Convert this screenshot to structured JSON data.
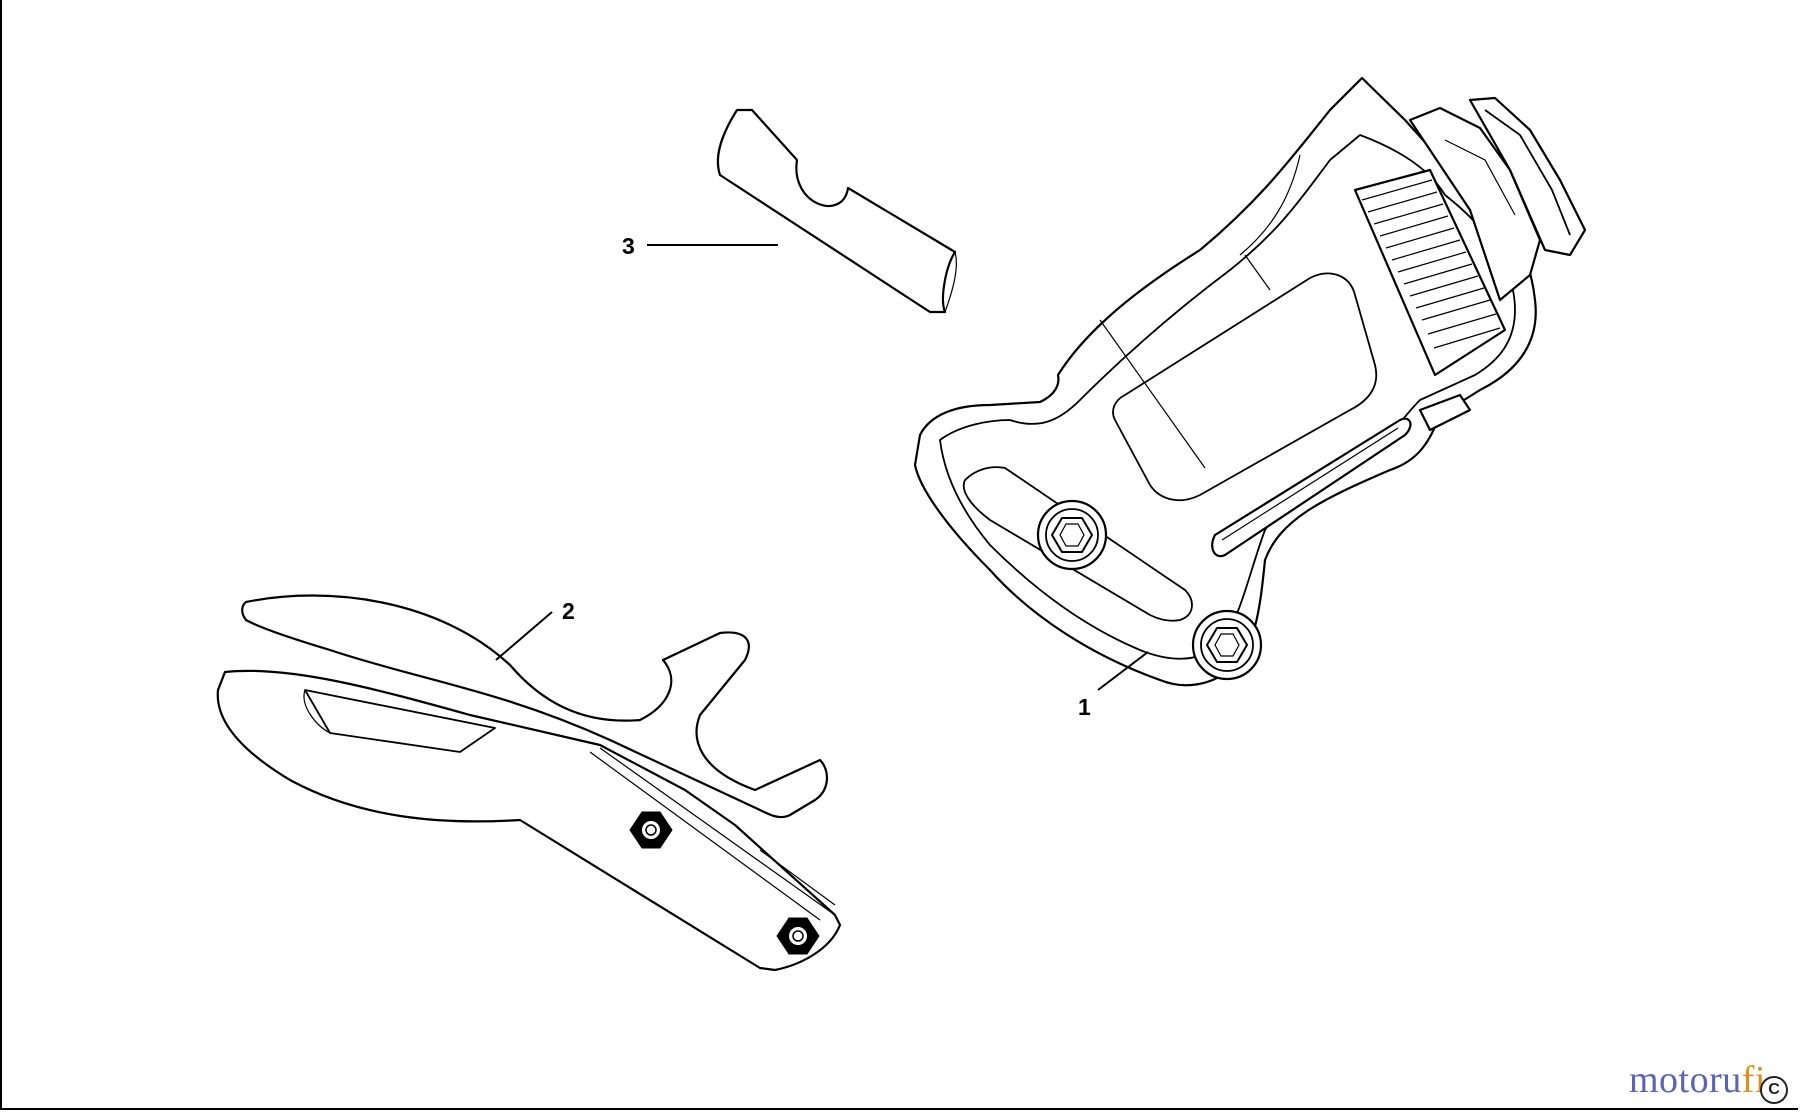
{
  "callouts": {
    "c1": "1",
    "c2": "2",
    "c3": "3"
  },
  "watermark": {
    "part_a": "motoru",
    "part_b": "fi"
  },
  "copyright_symbol": "C",
  "icons": [
    "shroud-part-1",
    "wrench-part-2",
    "shim-part-3"
  ]
}
